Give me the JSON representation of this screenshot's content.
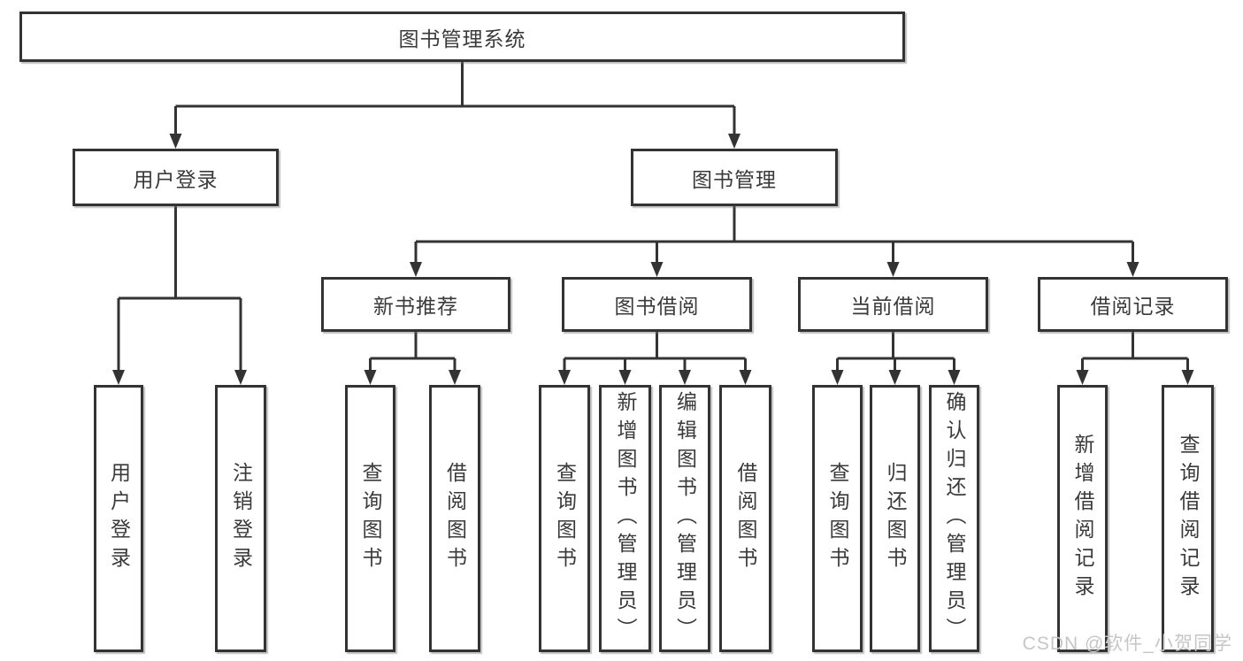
{
  "diagram": {
    "root": {
      "label": "图书管理系统"
    },
    "level2": [
      {
        "label": "用户登录"
      },
      {
        "label": "图书管理"
      }
    ],
    "level3": [
      {
        "label": "新书推荐"
      },
      {
        "label": "图书借阅"
      },
      {
        "label": "当前借阅"
      },
      {
        "label": "借阅记录"
      }
    ],
    "leaves": [
      {
        "label": "用户登录"
      },
      {
        "label": "注销登录"
      },
      {
        "label": "查询图书"
      },
      {
        "label": "借阅图书"
      },
      {
        "label": "查询图书"
      },
      {
        "label": "新增图书（管理员）"
      },
      {
        "label": "编辑图书（管理员）"
      },
      {
        "label": "借阅图书"
      },
      {
        "label": "查询图书"
      },
      {
        "label": "归还图书"
      },
      {
        "label": "确认归还（管理员）"
      },
      {
        "label": "新增借阅记录"
      },
      {
        "label": "查询借阅记录"
      }
    ],
    "colors": {
      "line": "#333333",
      "text": "#3a3a3a",
      "box_background": "#ffffff",
      "watermark": "#c6c6c6"
    },
    "watermark": {
      "text": "CSDN @软件_小贺同学"
    }
  }
}
